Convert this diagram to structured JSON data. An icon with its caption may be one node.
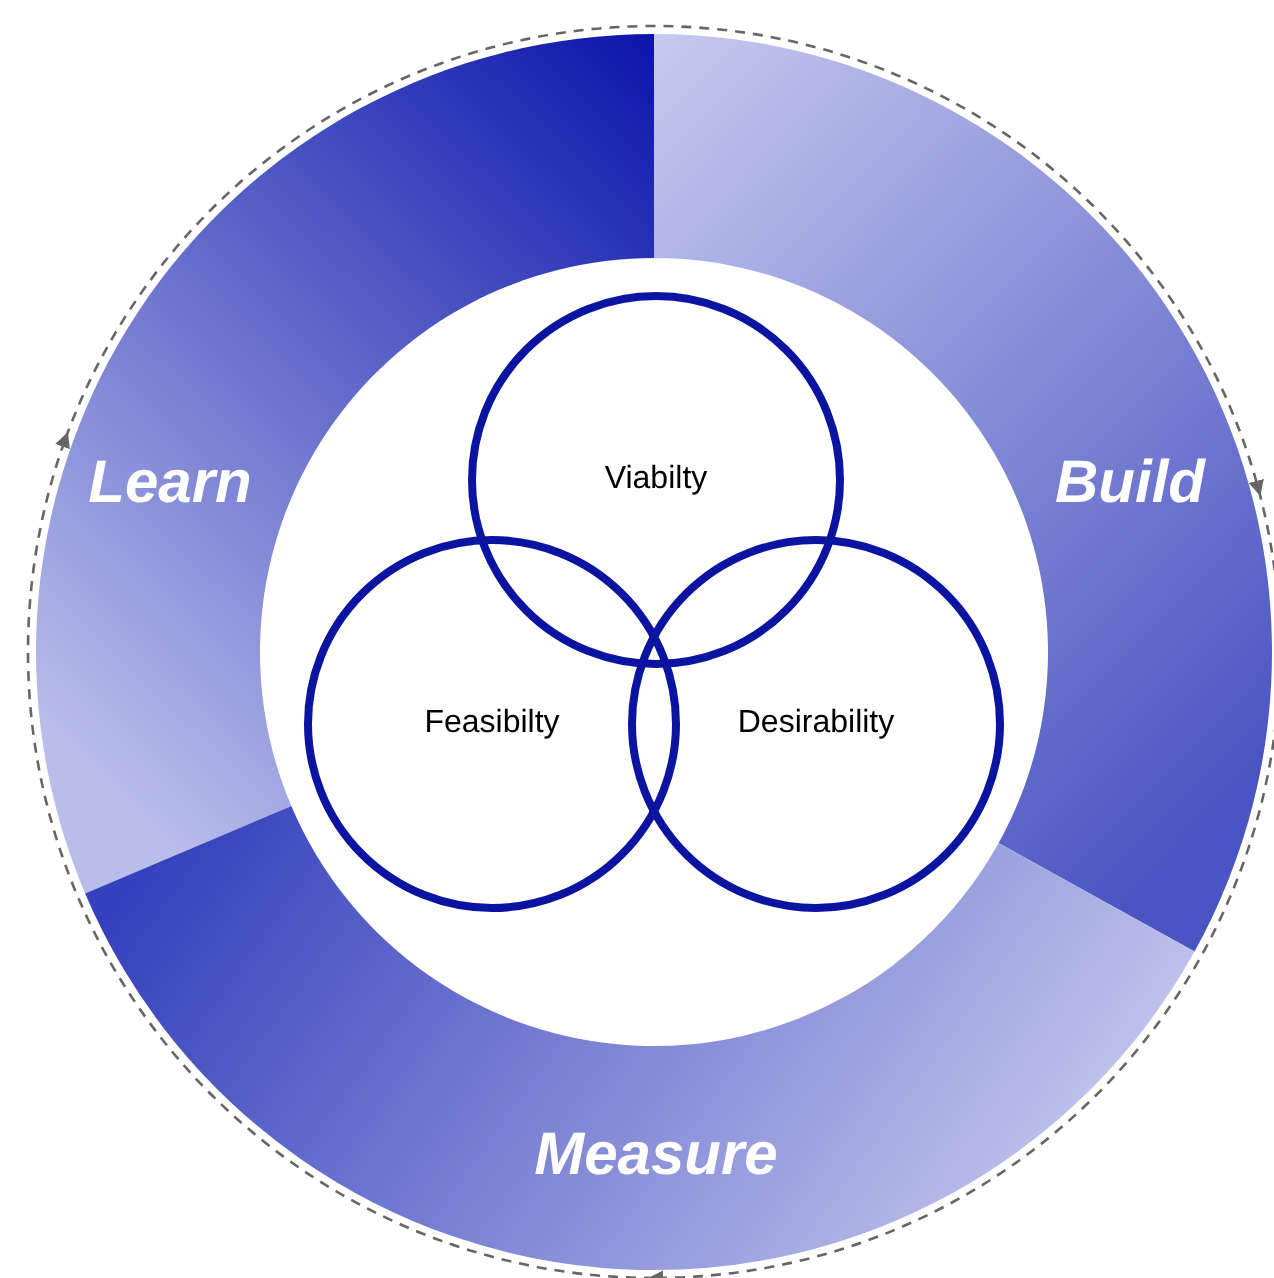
{
  "diagram": {
    "nodes": [
      {
        "text": [
          "Learn"
        ]
      },
      {
        "text": [
          "Build"
        ]
      },
      {
        "text": [
          "Measure"
        ]
      },
      {
        "text": [
          "Viabilty"
        ]
      },
      {
        "text": [
          "Feasibilty"
        ]
      },
      {
        "text": [
          "Desirability"
        ]
      }
    ],
    "edges": [
      {
        "from": 0,
        "to": 1,
        "arrow": "to",
        "style": "dashed"
      },
      {
        "from": 1,
        "to": 2,
        "arrow": "to",
        "style": "dashed"
      },
      {
        "from": 2,
        "to": 0,
        "arrow": "to",
        "style": "dashed"
      }
    ]
  }
}
